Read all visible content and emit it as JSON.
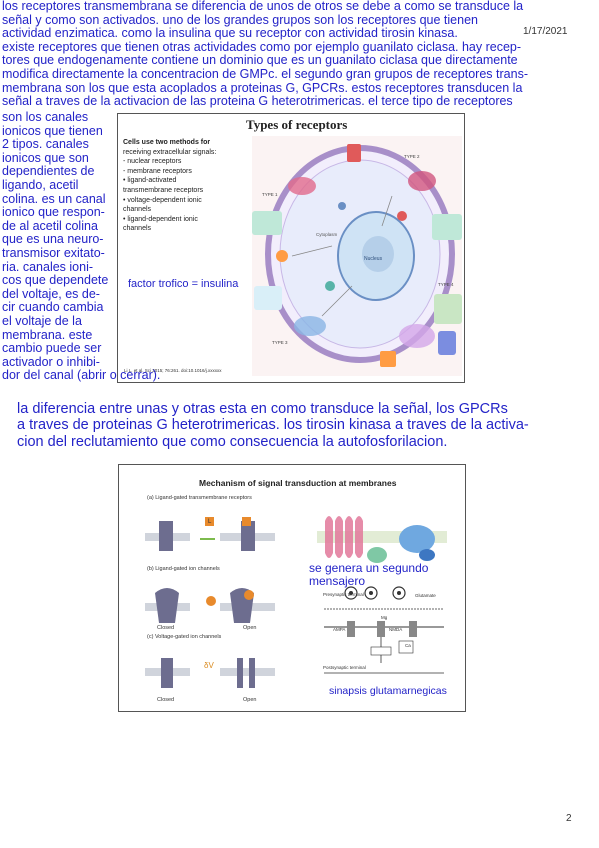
{
  "date": "1/17/2021",
  "page_number": "2",
  "top_paragraph": [
    "los receptores transmembrana se diferencia de unos de otros se debe a como se transduce la",
    "señal y como son activados. uno de los grandes grupos son los receptores que tienen",
    "actividad enzimatica. como la insulina que su receptor con actividad tirosin kinasa.",
    " existe receptores que tienen otras actividades como por ejemplo guanilato ciclasa. hay recep-",
    "tores que endogenamente contiene un dominio que es un guanilato ciclasa que directamente",
    "modifica directamente la concentracion de GMPc. el segundo gran grupos de receptores trans-",
    "membrana son los que esta acoplados a proteinas G, GPCRs. estos receptores transducen la",
    "señal a traves de la activacion de las proteina G heterotrimericas. el terce tipo de receptores"
  ],
  "side_paragraph": [
    "son los canales",
    "ionicos que tienen",
    "2 tipos. canales",
    "ionicos que son",
    "dependientes de",
    "ligando, acetil",
    "colina. es un canal",
    "ionico que respon-",
    "de al acetil colina",
    "que es una neuro-",
    "transmisor exitato-",
    "ria. canales ioni-",
    "cos que dependete",
    "del voltaje, es de-",
    "cir cuando cambia",
    "el voltaje de la",
    "membrana. este",
    "cambio puede ser",
    "activador o inhibi-",
    "dor del canal (abrir o cerrar)."
  ],
  "middle_paragraph": [
    "la diferencia entre unas y otras esta en como transduce la señal, los GPCRs",
    "a traves de proteinas G heterotrimericas. los tirosin kinasa a traves de la activa-",
    "cion del reclutamiento que como consecuencia la autofosforilacion."
  ],
  "slide1": {
    "title": "Types of receptors",
    "list_intro": [
      "Cells use two methods for",
      "receiving extracellular signals:"
    ],
    "list_items": [
      "- nuclear receptors",
      "- membrane receptors",
      "      •  ligand-activated",
      "         transmembrane receptors",
      "      •  voltage-dependent ionic",
      "         channels",
      "      •  ligand-dependent ionic",
      "         channels"
    ],
    "annotation": "factor trofico = insulina",
    "citation": "Li L. et al. Sci 2015; 76:261. doi:10.1016/j.xxxxxx",
    "diagram_labels": [
      "TYPE 1",
      "TYPE 2",
      "TYPE 3",
      "TYPE 4",
      "Nucleus",
      "Cytoplasm"
    ]
  },
  "slide2": {
    "title": "Mechanism of signal transduction at membranes",
    "panel_a": "(a) Ligand-gated transmembrane receptors",
    "panel_b": "(b) Ligand-gated ion channels",
    "panel_c": "(c) Voltage-gated ion channels",
    "label_closed": "Closed",
    "label_open": "Open",
    "label_L": "L",
    "label_dv": "δV",
    "label_ampa": "AMPA",
    "label_nmda": "NMDA",
    "label_presynaptic": "Presynaptic terminal",
    "label_postsynaptic": "Postsynaptic terminal",
    "label_glutamate": "Glutamate",
    "label_mg": "Mg",
    "label_ca": "Ca",
    "annotation_second_messenger": [
      "se genera un segundo",
      "mensajero"
    ],
    "annotation_synapse": "sinapsis glutamarnegicas"
  },
  "colors": {
    "handwriting": "#2323c8",
    "membrane": "#a88fc9",
    "ion_channel": "#6d6d8f"
  }
}
